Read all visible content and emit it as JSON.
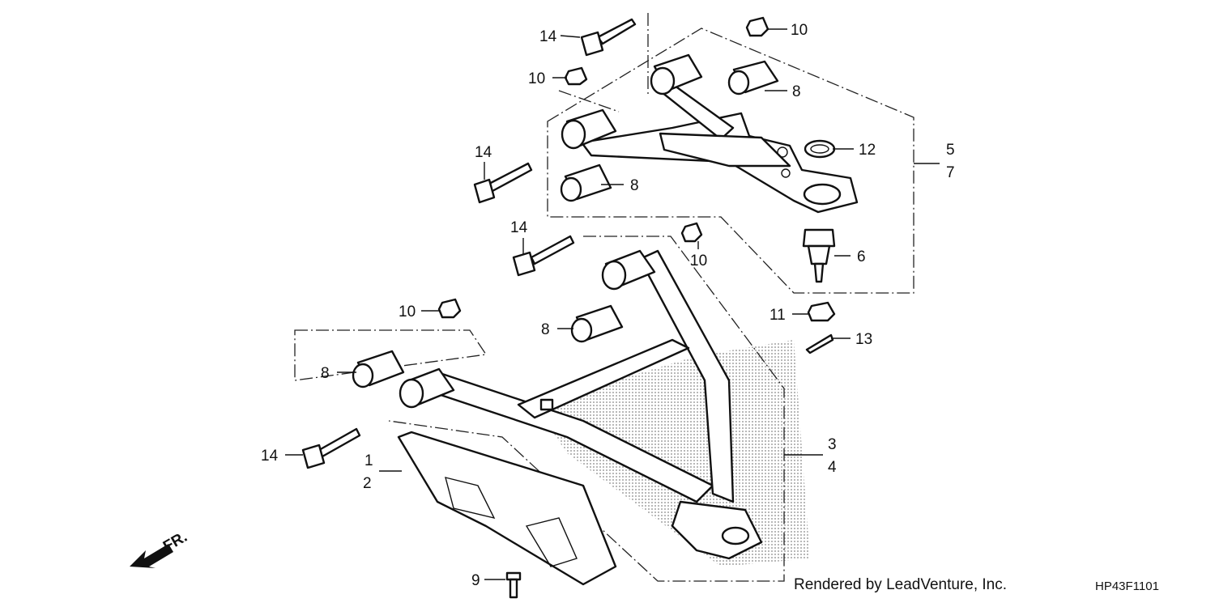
{
  "diagram": {
    "callouts": [
      {
        "id": "c14a",
        "text": "14"
      },
      {
        "id": "c10a",
        "text": "10"
      },
      {
        "id": "c10b",
        "text": "10"
      },
      {
        "id": "c8a",
        "text": "8"
      },
      {
        "id": "c14b",
        "text": "14"
      },
      {
        "id": "c8b",
        "text": "8"
      },
      {
        "id": "c12",
        "text": "12"
      },
      {
        "id": "c5",
        "text": "5"
      },
      {
        "id": "c7",
        "text": "7"
      },
      {
        "id": "c6",
        "text": "6"
      },
      {
        "id": "c14c",
        "text": "14"
      },
      {
        "id": "c10c",
        "text": "10"
      },
      {
        "id": "c10d",
        "text": "10"
      },
      {
        "id": "c8c",
        "text": "8"
      },
      {
        "id": "c11",
        "text": "11"
      },
      {
        "id": "c13",
        "text": "13"
      },
      {
        "id": "c8d",
        "text": "8"
      },
      {
        "id": "c3",
        "text": "3"
      },
      {
        "id": "c4",
        "text": "4"
      },
      {
        "id": "c14d",
        "text": "14"
      },
      {
        "id": "c1",
        "text": "1"
      },
      {
        "id": "c2",
        "text": "2"
      },
      {
        "id": "c9",
        "text": "9"
      }
    ],
    "front_marker": "FR.",
    "credit": "Rendered by LeadVenture, Inc.",
    "diagram_code": "HP43F1101"
  }
}
